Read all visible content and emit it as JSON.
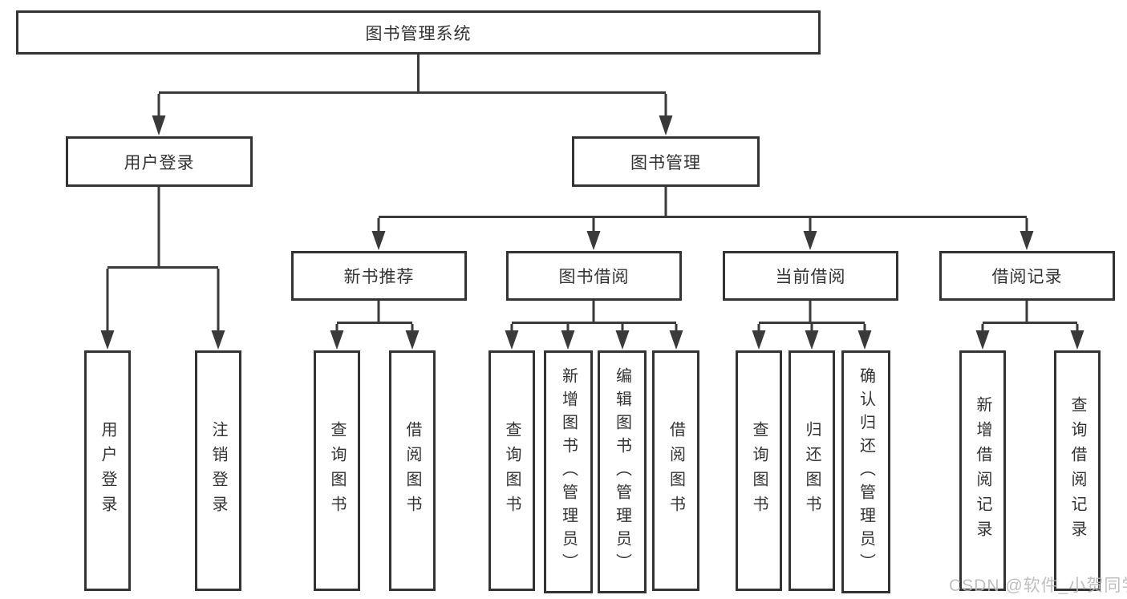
{
  "colors": {
    "box_border": "#333333",
    "line": "#3a3a3a",
    "text": "#333333",
    "watermark_text": "#b9b9b9",
    "background": "#ffffff"
  },
  "root": {
    "label": "图书管理系统"
  },
  "level2": [
    {
      "label": "用户登录"
    },
    {
      "label": "图书管理"
    }
  ],
  "level3": [
    {
      "label": "新书推荐"
    },
    {
      "label": "图书借阅"
    },
    {
      "label": "当前借阅"
    },
    {
      "label": "借阅记录"
    }
  ],
  "leaves": {
    "user_login": [
      "用户登录",
      "注销登录"
    ],
    "new_book": [
      "查询图书",
      "借阅图书"
    ],
    "book_borrow": [
      "查询图书",
      "新增图书（管理员）",
      "编辑图书（管理员）",
      "借阅图书"
    ],
    "current_borrow": [
      "查询图书",
      "归还图书",
      "确认归还（管理员）"
    ],
    "borrow_records": [
      "新增借阅记录",
      "查询借阅记录"
    ]
  },
  "watermark": "CSDN @软件_小贺同学"
}
